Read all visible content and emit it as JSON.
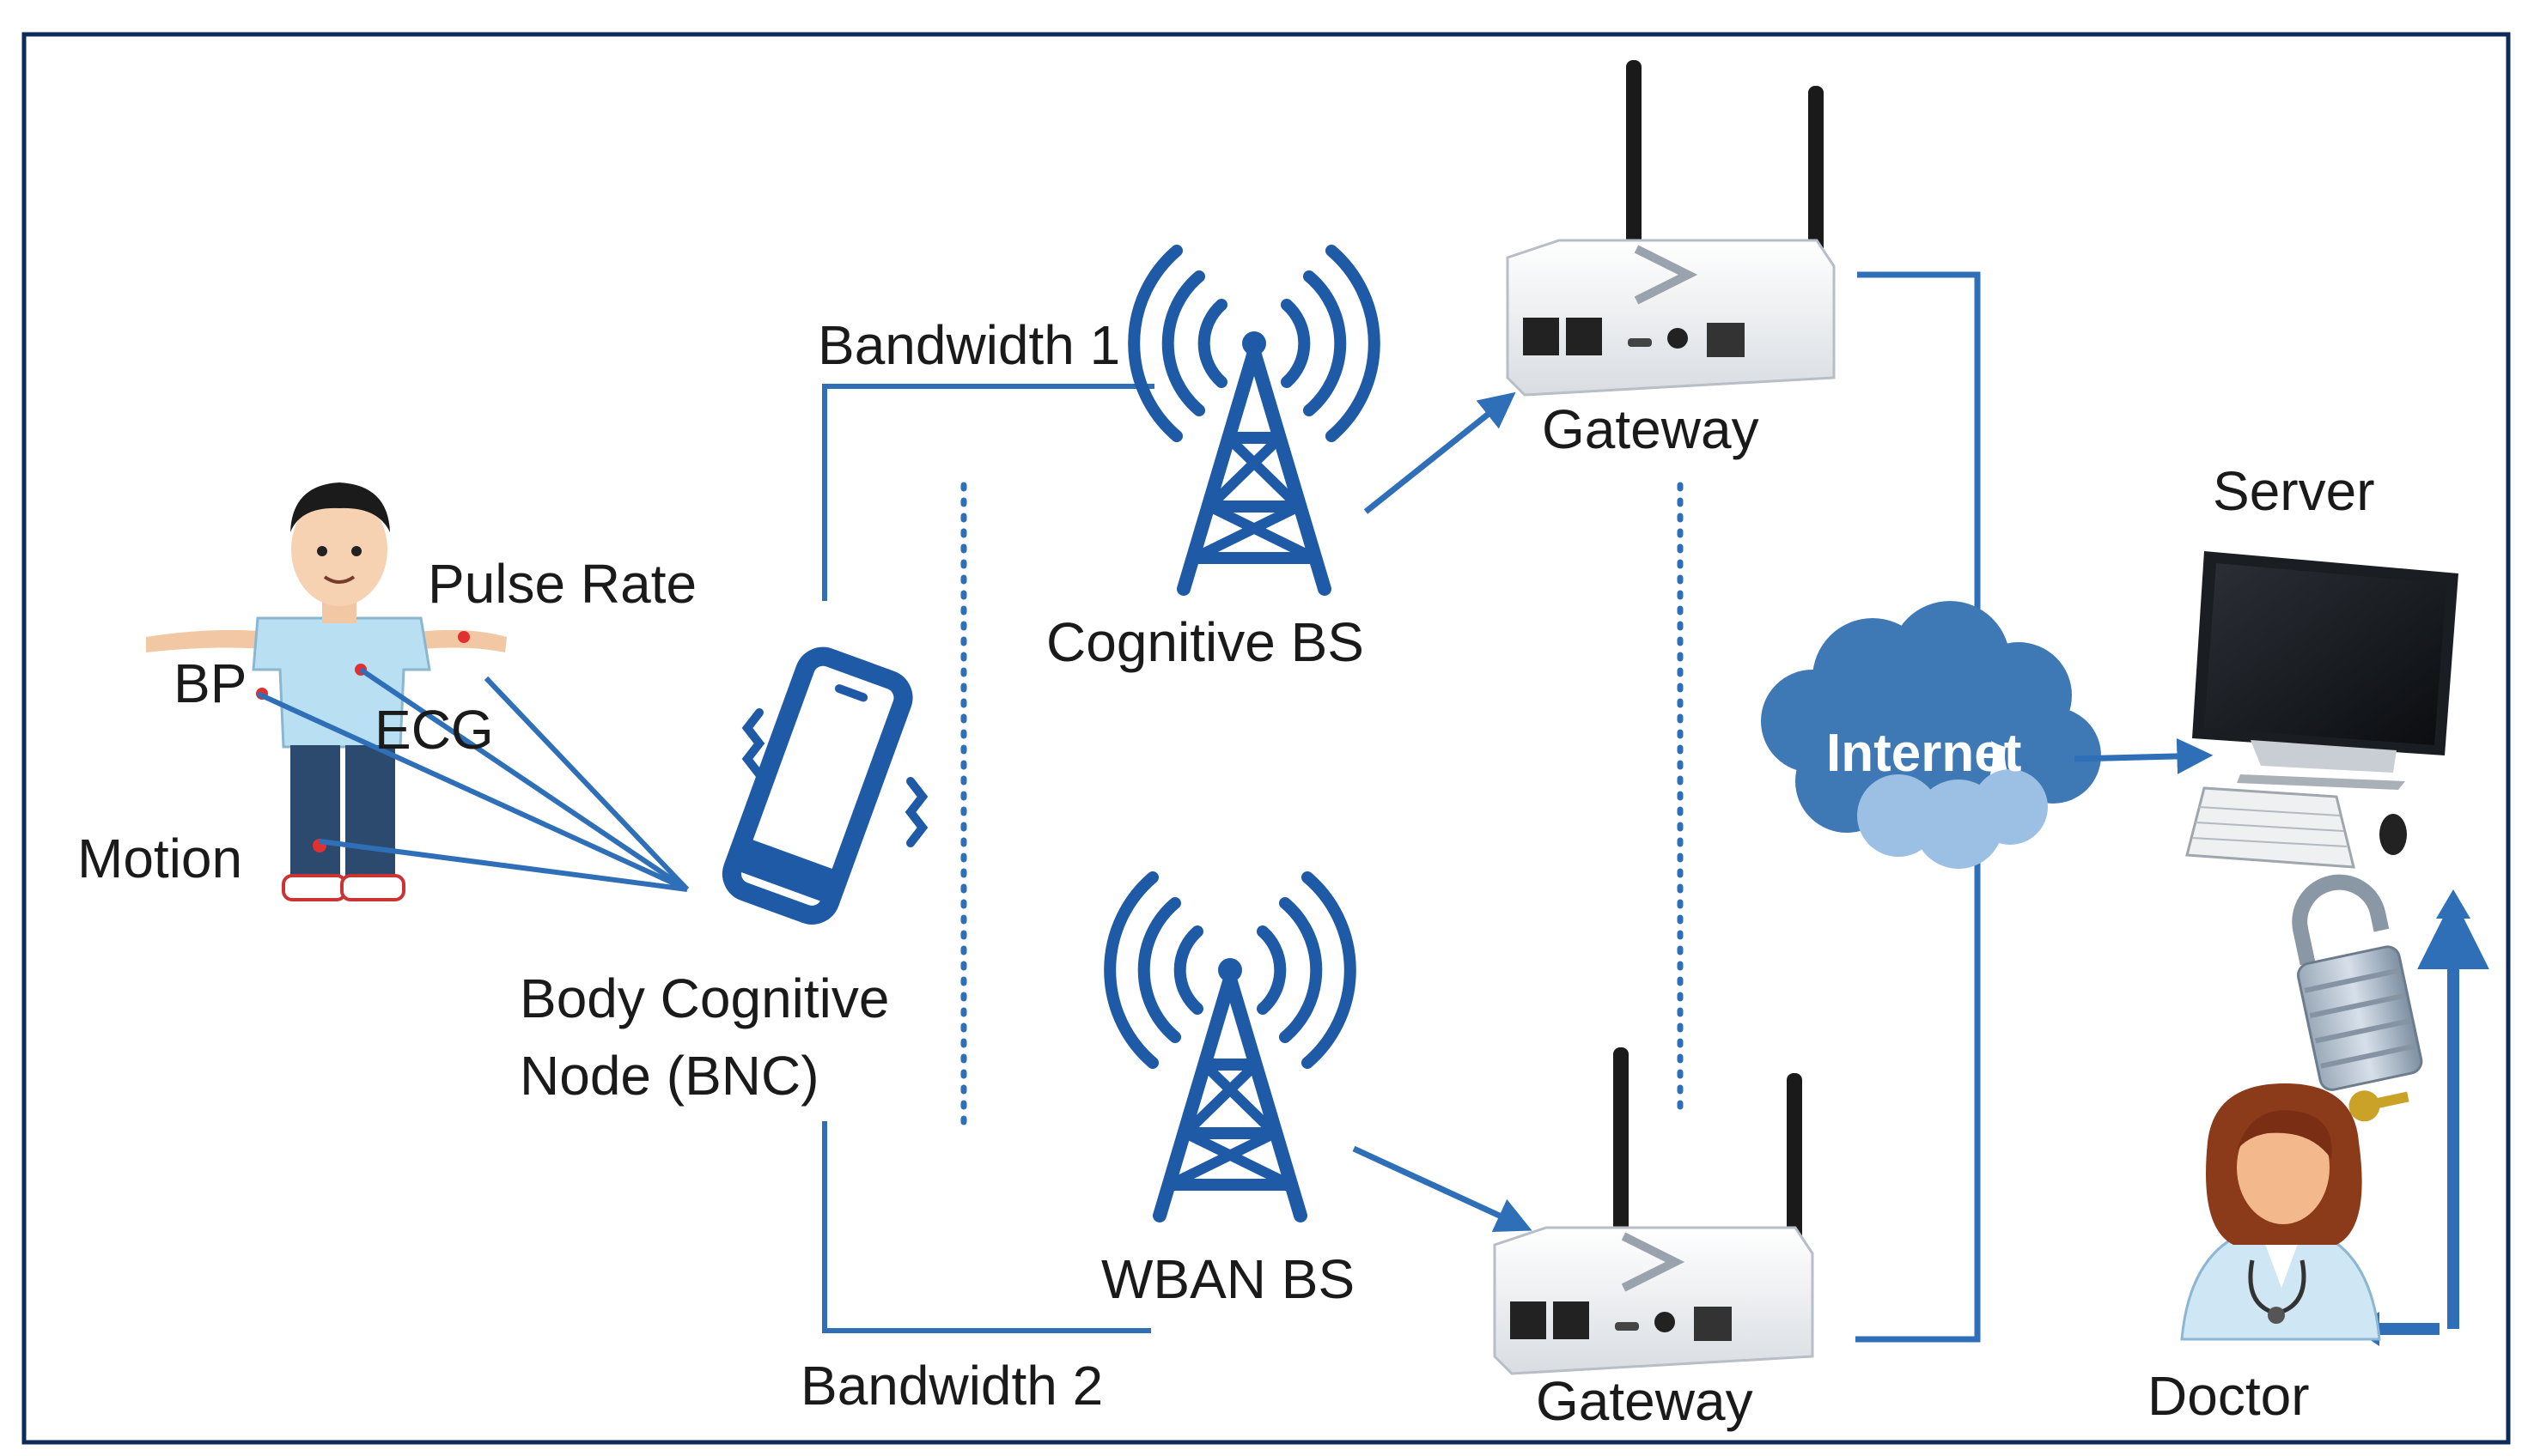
{
  "labels": {
    "bandwidth1": "Bandwidth 1",
    "bandwidth2": "Bandwidth 2",
    "cognitive_bs": "Cognitive BS",
    "wban_bs": "WBAN BS",
    "gateway_top": "Gateway",
    "gateway_bottom": "Gateway",
    "server": "Server",
    "doctor": "Doctor",
    "internet": "Internet",
    "pulse_rate": "Pulse Rate",
    "bp": "BP",
    "ecg": "ECG",
    "motion": "Motion",
    "bnc_line1": "Body Cognitive",
    "bnc_line2": "Node (BNC)"
  },
  "colors": {
    "link_blue": "#2f6fb8",
    "tower_blue": "#1f5aa6",
    "frame": "#0d2a5c",
    "cloud": "#3f79b5",
    "sensor_red": "#e23030"
  },
  "icons": {
    "person": "person-with-sensors-icon",
    "phone": "smartphone-icon",
    "tower": "cell-tower-icon",
    "router": "wifi-router-icon",
    "cloud": "internet-cloud-icon",
    "computer": "desktop-computer-icon",
    "lock": "open-padlock-icon",
    "doctor": "doctor-avatar-icon"
  }
}
